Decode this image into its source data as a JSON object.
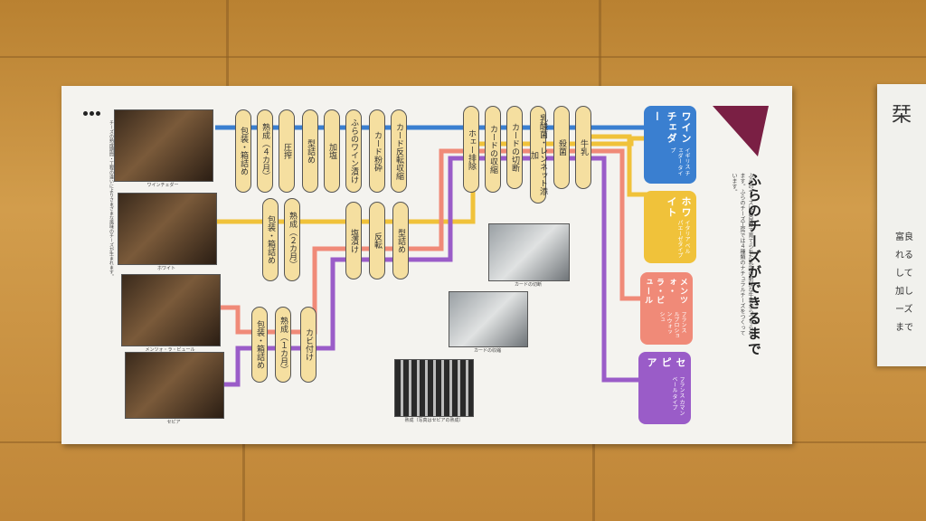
{
  "board": {
    "title": "ふらのチーズができるまで",
    "intro_text": "ふらのチーズは富良野で育てられた乳牛の新鮮な牛乳からつくられます。ふらのチーズ工房では４種類のナチュラルチーズをつくっています。",
    "left_text": "チーズの熟成期間・工程の違いによりさまざまな風味のチーズが生まれます。"
  },
  "photos": [
    {
      "name": "photo-wine-cheddar",
      "caption": "ワインチェダー"
    },
    {
      "name": "photo-white",
      "caption": "ホワイト"
    },
    {
      "name": "photo-mentuo",
      "caption": "メンツォ・ラ・ビュール"
    },
    {
      "name": "photo-sepia",
      "caption": "セピア"
    }
  ],
  "process_photos": [
    {
      "name": "photo-curd-cutting",
      "caption": "カードの切断"
    },
    {
      "name": "photo-curd-collect",
      "caption": "カードの収縮"
    },
    {
      "name": "photo-aging",
      "caption": "熟成（写真はセピアの熟成）"
    }
  ],
  "steps": [
    {
      "id": "s1",
      "label": "牛乳"
    },
    {
      "id": "s2",
      "label": "殺菌"
    },
    {
      "id": "s3",
      "label": "乳酸菌・レンネット添加"
    },
    {
      "id": "s4",
      "label": "カードの切断"
    },
    {
      "id": "s5",
      "label": "カードの収縮"
    },
    {
      "id": "s6",
      "label": "ホェー排除"
    },
    {
      "id": "s7",
      "label": "カード反転収縮"
    },
    {
      "id": "s8",
      "label": "カード粉砕"
    },
    {
      "id": "s9",
      "label": "ふらのワイン漬け"
    },
    {
      "id": "s10",
      "label": "加塩"
    },
    {
      "id": "s11",
      "label": "型詰め"
    },
    {
      "id": "s12",
      "label": "圧搾"
    },
    {
      "id": "s13",
      "label": "熟成（４カ月）"
    },
    {
      "id": "s14",
      "label": "包装・箱詰め"
    },
    {
      "id": "s15",
      "label": "型詰め"
    },
    {
      "id": "s16",
      "label": "反転"
    },
    {
      "id": "s17",
      "label": "塩漬け"
    },
    {
      "id": "s18",
      "label": "熟成（２カ月）"
    },
    {
      "id": "s19",
      "label": "包装・箱詰め"
    },
    {
      "id": "s20",
      "label": "カビ付け"
    },
    {
      "id": "s21",
      "label": "熟成（１カ月）"
    },
    {
      "id": "s22",
      "label": "包装・箱詰め"
    }
  ],
  "products": [
    {
      "name": "ワインチェダー",
      "sub": "イギリス チェダー タイプ",
      "color": "#3a7fd0"
    },
    {
      "name": "ホワイト",
      "sub": "イタリア ベルパエーゼタイプ",
      "color": "#f0c23a"
    },
    {
      "name": "メンツォ・ラ・ビュール",
      "sub": "フランス ルブロション ウォッシュ",
      "color": "#f08a78"
    },
    {
      "name": "セピア",
      "sub": "フランス カマンベール タイプ",
      "color": "#9a5cc8"
    }
  ],
  "line_colors": {
    "wine_cheddar": "#3a7fd0",
    "white": "#f0c23a",
    "mentuo": "#f08a78",
    "sepia": "#9a5cc8"
  },
  "corner_color": "#7a1f44",
  "side_board": {
    "title": "栞",
    "text": "富良\nれる\nして\n加し\nーズ\nまで"
  }
}
